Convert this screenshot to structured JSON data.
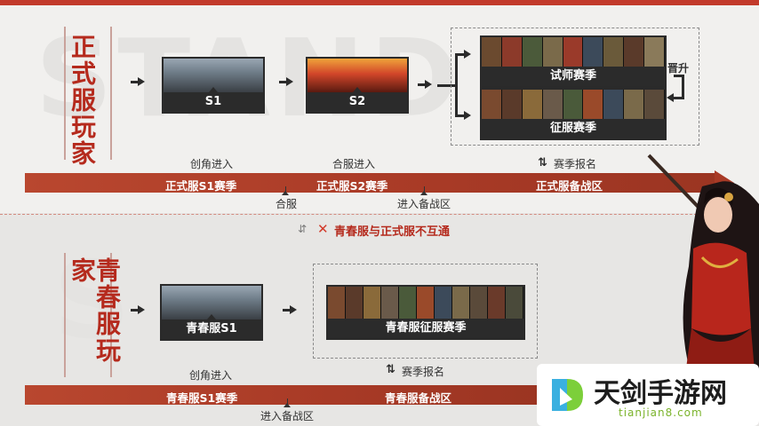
{
  "watermark": {
    "top_text": "STAND",
    "bottom_text": "S"
  },
  "formal": {
    "title": "正式服玩家",
    "s1_label": "S1",
    "s2_label": "S2",
    "trial_label": "试师赛季",
    "expedition_label": "征服赛季",
    "promote_label": "晋升",
    "create_role": "创角进入",
    "merge_enter": "合服进入",
    "season_signup": "赛季报名",
    "ribbon_s1": "正式服S1赛季",
    "ribbon_s2": "正式服S2赛季",
    "ribbon_reserve": "正式服备战区",
    "merge": "合服",
    "enter_reserve": "进入备战区"
  },
  "notice": {
    "text": "青春服与正式服不互通"
  },
  "youth": {
    "title": "青春服玩家",
    "s1_label": "青春服S1",
    "expedition_label": "青春服征服赛季",
    "create_role": "创角进入",
    "season_signup": "赛季报名",
    "ribbon_s1": "青春服S1赛季",
    "ribbon_reserve": "青春服备战区",
    "enter_reserve": "进入备战区"
  },
  "brand": {
    "name": "天剑手游网",
    "url": "tianjian8.com"
  },
  "colors": {
    "accent": "#b52a1d",
    "ribbon": "#a83a26",
    "dark": "#2b2b2b"
  }
}
